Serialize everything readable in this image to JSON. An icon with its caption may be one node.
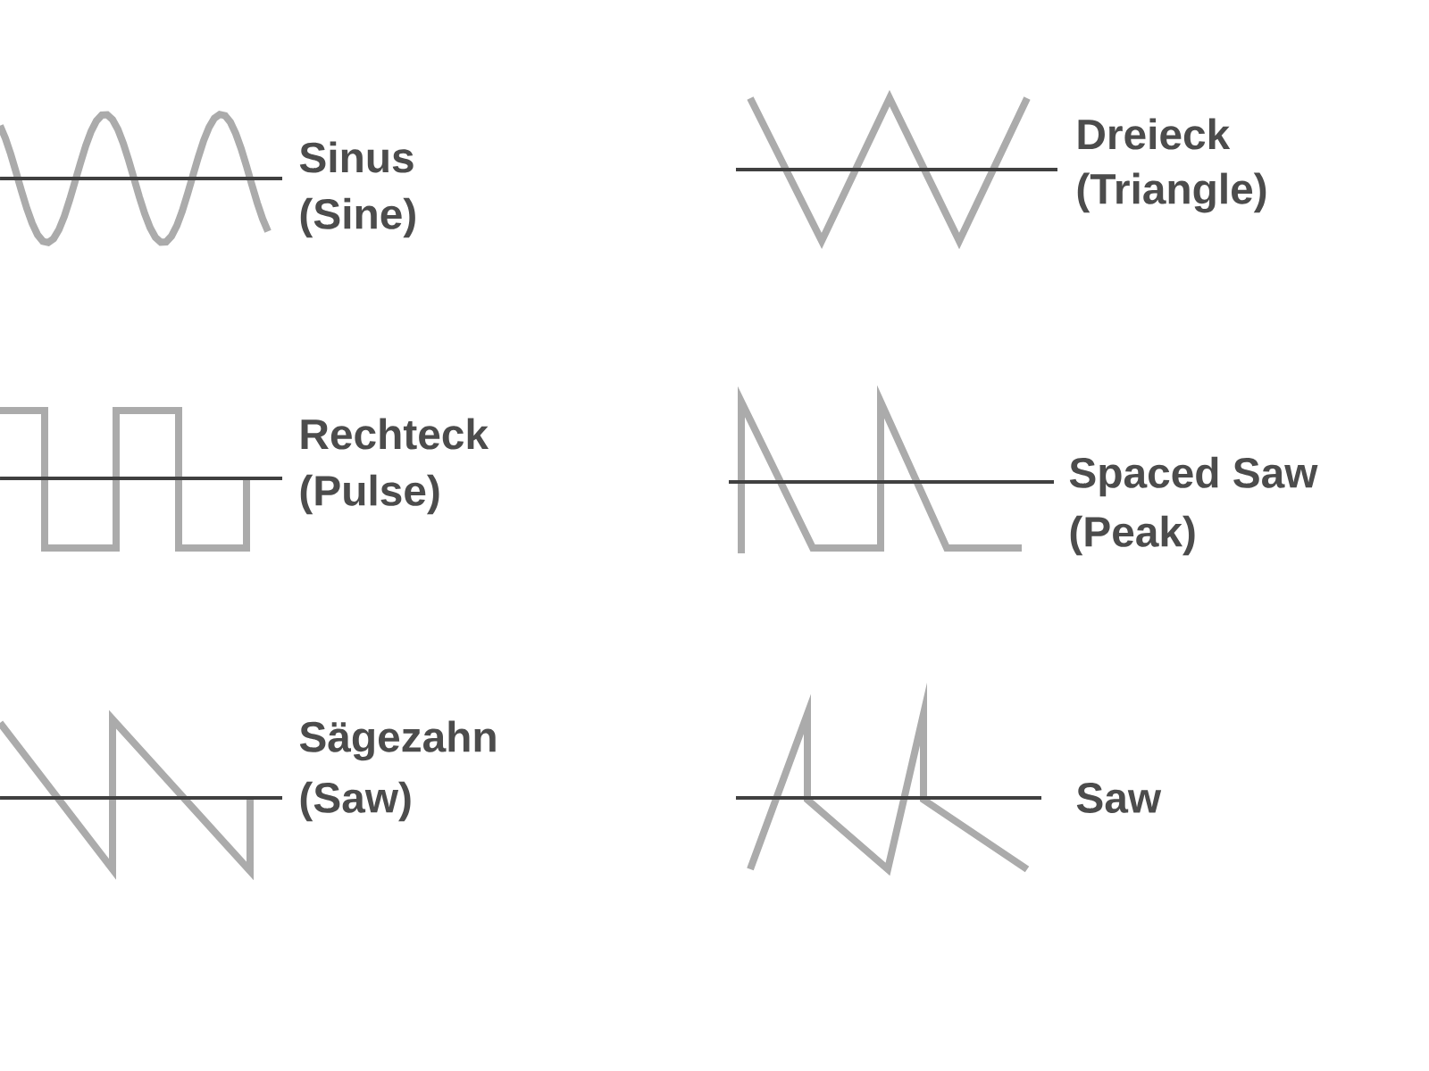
{
  "diagram": {
    "labels": [
      "Sinus",
      "(Sine)",
      "Dreieck",
      "(Triangle)",
      "Rechteck",
      "(Pulse)",
      "Spaced Saw",
      "(Peak)",
      "Sägezahn",
      "(Saw)",
      "Saw"
    ]
  }
}
